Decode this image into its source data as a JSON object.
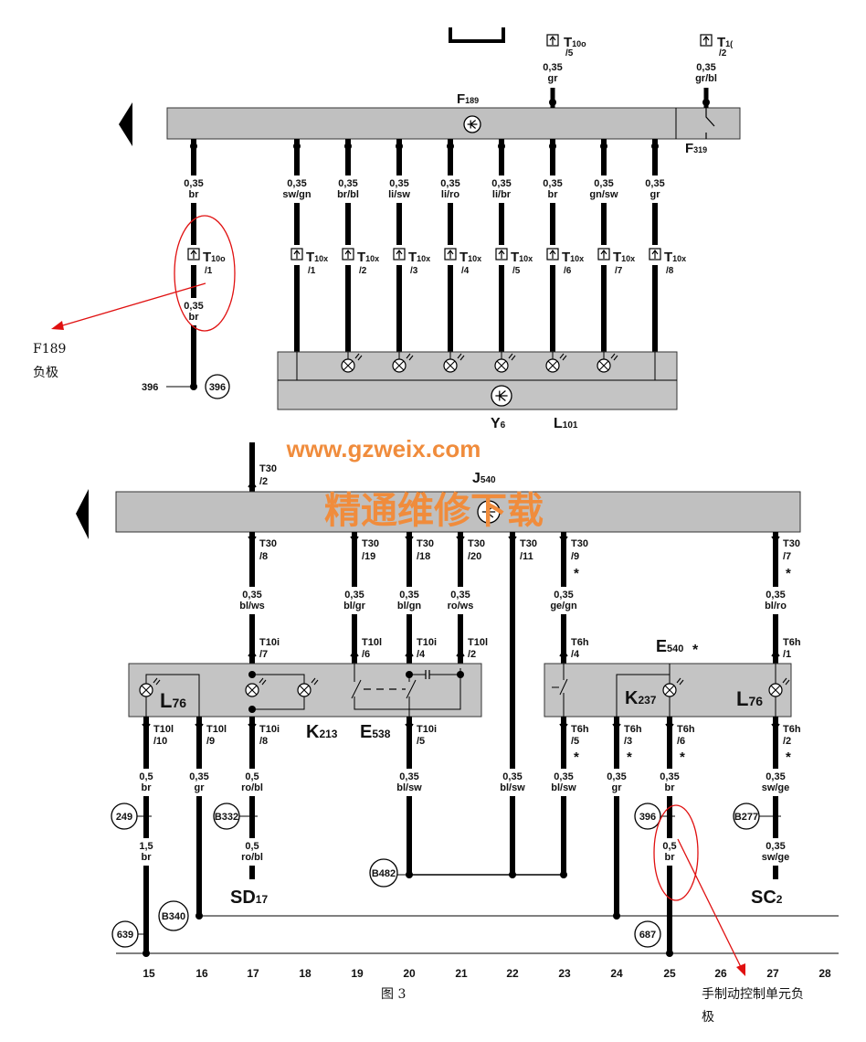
{
  "colors": {
    "bus": "#c0c0c0",
    "module": "#c4c4c4",
    "wire": "#000000",
    "annotation": "#e01010",
    "watermark": "#f08c3c"
  },
  "top_section": {
    "bus": {
      "main": "F",
      "sub": "189"
    },
    "relay": {
      "main": "F",
      "sub": "319"
    },
    "feeds": [
      {
        "conn": "T",
        "conn_sub": "10o",
        "pin": "/5",
        "gauge": "0,35",
        "color": "gr"
      },
      {
        "conn": "T",
        "conn_sub": "1(",
        "pin": "/2",
        "gauge": "0,35",
        "color": "gr/bl"
      }
    ],
    "wires": [
      {
        "gauge": "0,35",
        "color": "br",
        "conn": "T",
        "conn_sub": "10o",
        "pin": "/1",
        "gauge2": "0,35",
        "color2": "br"
      },
      {
        "gauge": "0,35",
        "color": "sw/gn",
        "conn": "T",
        "conn_sub": "10x",
        "pin": "/1"
      },
      {
        "gauge": "0,35",
        "color": "br/bl",
        "conn": "T",
        "conn_sub": "10x",
        "pin": "/2"
      },
      {
        "gauge": "0,35",
        "color": "li/sw",
        "conn": "T",
        "conn_sub": "10x",
        "pin": "/3"
      },
      {
        "gauge": "0,35",
        "color": "li/ro",
        "conn": "T",
        "conn_sub": "10x",
        "pin": "/4"
      },
      {
        "gauge": "0,35",
        "color": "li/br",
        "conn": "T",
        "conn_sub": "10x",
        "pin": "/5"
      },
      {
        "gauge": "0,35",
        "color": "br",
        "conn": "T",
        "conn_sub": "10x",
        "pin": "/6"
      },
      {
        "gauge": "0,35",
        "color": "gn/sw",
        "conn": "T",
        "conn_sub": "10x",
        "pin": "/7"
      },
      {
        "gauge": "0,35",
        "color": "gr",
        "conn": "T",
        "conn_sub": "10x",
        "pin": "/8"
      }
    ],
    "ground": {
      "wire_ref": "396",
      "circle": "396"
    },
    "module": {
      "y_main": "Y",
      "y_sub": "6",
      "l_main": "L",
      "l_sub": "101"
    },
    "annotation": {
      "line1": "F189",
      "line2": "负极"
    }
  },
  "bottom_section": {
    "feed": {
      "conn": "T30",
      "pin": "/2"
    },
    "bus": {
      "main": "J",
      "sub": "540"
    },
    "watermark": {
      "cn": "精通维修下载",
      "url": "www.gzweix.com"
    },
    "upper_wires": [
      {
        "conn": "T30",
        "pin": "/8",
        "star": "",
        "gauge": "0,35",
        "color": "bl/ws",
        "conn2": "T10i",
        "pin2": "/7"
      },
      {
        "conn": "T30",
        "pin": "/19",
        "star": "",
        "gauge": "0,35",
        "color": "bl/gr",
        "conn2": "T10l",
        "pin2": "/6"
      },
      {
        "conn": "T30",
        "pin": "/18",
        "star": "",
        "gauge": "0,35",
        "color": "bl/gn",
        "conn2": "T10i",
        "pin2": "/4"
      },
      {
        "conn": "T30",
        "pin": "/20",
        "star": "",
        "gauge": "0,35",
        "color": "ro/ws",
        "conn2": "T10l",
        "pin2": "/2"
      },
      {
        "conn": "T30",
        "pin": "/11",
        "star": "",
        "gauge": "",
        "color": "",
        "conn2": "",
        "pin2": ""
      },
      {
        "conn": "T30",
        "pin": "/9",
        "star": "*",
        "gauge": "0,35",
        "color": "ge/gn",
        "conn2": "T6h",
        "pin2": "/4"
      },
      {
        "conn": "T30",
        "pin": "/7",
        "star": "*",
        "gauge": "0,35",
        "color": "bl/ro",
        "conn2": "T6h",
        "pin2": "/1"
      }
    ],
    "module1": {
      "l76_main": "L",
      "l76_sub": "76",
      "k_main": "K",
      "k_sub": "213",
      "e_main": "E",
      "e_sub": "538"
    },
    "module2": {
      "e_main": "E",
      "e_sub": "540",
      "e_star": "*",
      "k_main": "K",
      "k_sub": "237",
      "l_main": "L",
      "l_sub": "76"
    },
    "lower_wires": [
      {
        "conn": "T10l",
        "pin": "/10",
        "star": "",
        "gauge": "0,5",
        "color": "br",
        "gauge2": "1,5",
        "color2": "br"
      },
      {
        "conn": "T10l",
        "pin": "/9",
        "star": "",
        "gauge": "0,35",
        "color": "gr"
      },
      {
        "conn": "T10i",
        "pin": "/8",
        "star": "",
        "gauge": "0,5",
        "color": "ro/bl",
        "gauge2": "0,5",
        "color2": "ro/bl"
      },
      {
        "conn": "T10i",
        "pin": "/5",
        "star": "",
        "gauge": "0,35",
        "color": "bl/sw"
      },
      {
        "conn": "",
        "pin": "",
        "star": "",
        "gauge": "0,35",
        "color": "bl/sw"
      },
      {
        "conn": "T6h",
        "pin": "/5",
        "star": "*",
        "gauge": "0,35",
        "color": "bl/sw"
      },
      {
        "conn": "T6h",
        "pin": "/3",
        "star": "*",
        "gauge": "0,35",
        "color": "gr"
      },
      {
        "conn": "T6h",
        "pin": "/6",
        "star": "*",
        "gauge": "0,35",
        "color": "br",
        "gauge2": "0,5",
        "color2": "br"
      },
      {
        "conn": "T6h",
        "pin": "/2",
        "star": "*",
        "gauge": "0,35",
        "color": "sw/ge",
        "gauge2": "0,35",
        "color2": "sw/ge"
      }
    ],
    "refs": [
      "249",
      "B332",
      "396",
      "B277",
      "B482",
      "B340",
      "639",
      "687"
    ],
    "terminals": {
      "sd_main": "SD",
      "sd_sub": "17",
      "sc_main": "SC",
      "sc_sub": "2"
    },
    "columns": [
      "15",
      "16",
      "17",
      "18",
      "19",
      "20",
      "21",
      "22",
      "23",
      "24",
      "25",
      "26",
      "27",
      "28"
    ],
    "caption": "图 3",
    "annotation": {
      "line1": "手制动控制单元负",
      "line2": "极"
    }
  }
}
